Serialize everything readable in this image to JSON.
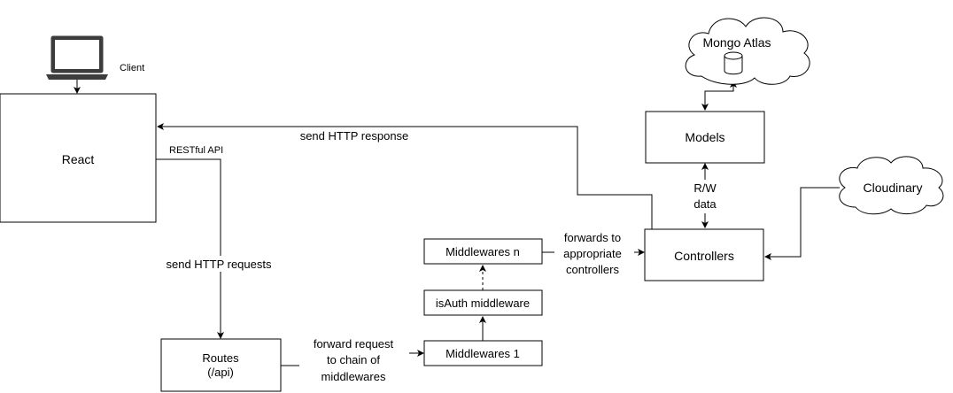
{
  "nodes": {
    "client": {
      "label": "Client",
      "icon": "laptop-icon"
    },
    "react": {
      "label": "React"
    },
    "routes": {
      "line1": "Routes",
      "line2": "(/api)"
    },
    "middlewares_1": {
      "label": "Middlewares 1"
    },
    "isauth": {
      "label": "isAuth middleware"
    },
    "middlewares_n": {
      "label": "Middlewares n"
    },
    "controllers": {
      "label": "Controllers"
    },
    "models": {
      "label": "Models"
    },
    "mongo": {
      "label": "Mongo Atlas",
      "icon": "database-icon"
    },
    "cloudinary": {
      "label": "Cloudinary"
    }
  },
  "edges": {
    "restful": {
      "label": "RESTful API"
    },
    "send_requests": {
      "label": "send HTTP requests"
    },
    "send_response": {
      "label": "send HTTP response"
    },
    "forward_request": {
      "line1": "forward request",
      "line2": "to chain of",
      "line3": "middlewares"
    },
    "forwards_to": {
      "line1": "forwards to",
      "line2": "appropriate",
      "line3": "controllers"
    },
    "rw_data": {
      "line1": "R/W",
      "line2": "data"
    }
  }
}
